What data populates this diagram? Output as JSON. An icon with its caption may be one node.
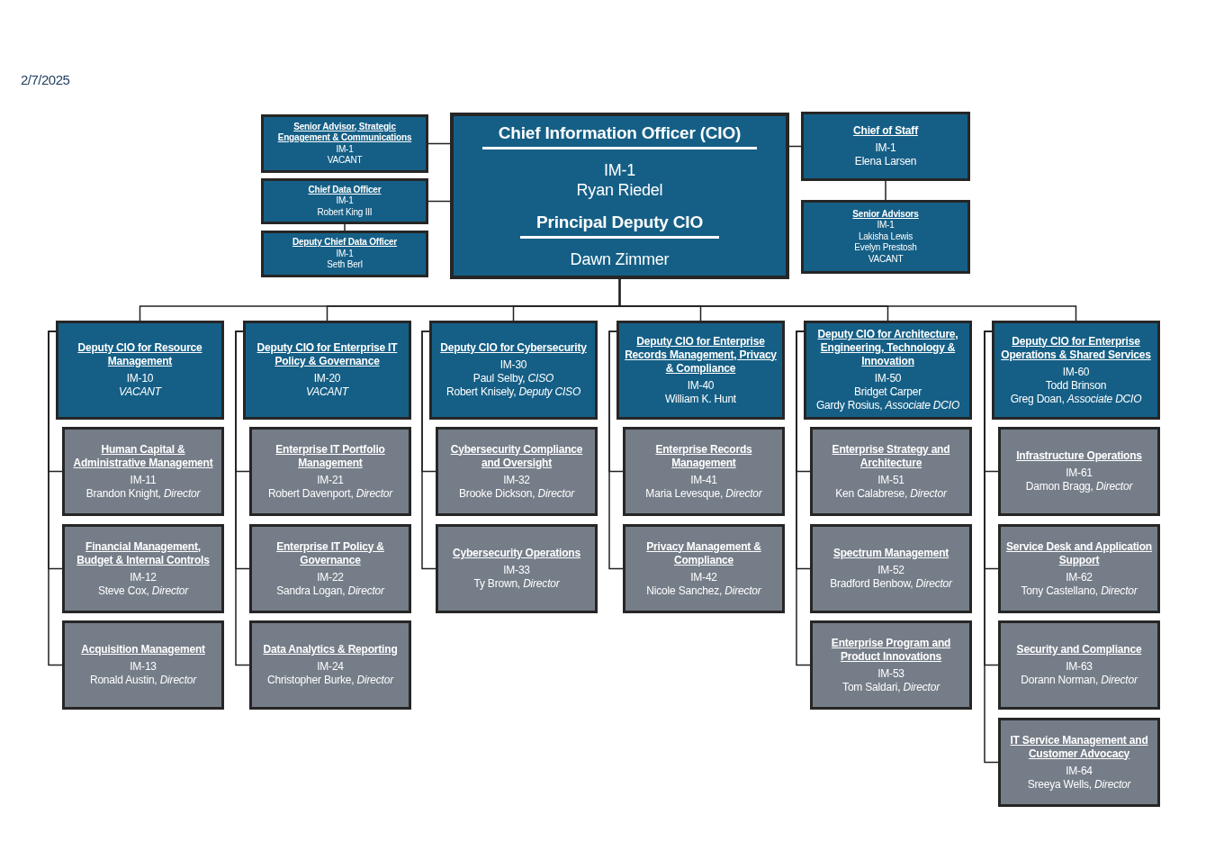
{
  "diagram": {
    "nodes": [
      {
        "text": [
          "Senior Advisor, Strategic Engagement & Communications",
          "IM-1",
          "VACANT"
        ]
      },
      {
        "text": [
          "Chief Information Officer (CIO)",
          "IM-1",
          "Ryan Riedel",
          "Principal Deputy CIO",
          "Dawn Zimmer"
        ]
      },
      {
        "text": [
          "Chief of Staff",
          "IM-1",
          "Elena Larsen"
        ]
      },
      {
        "text": [
          "Chief Data Officer",
          "IM-1",
          "Robert King III"
        ]
      },
      {
        "text": [
          "Senior Advisors",
          "IM-1",
          "Lakisha Lewis",
          "Evelyn Prestosh",
          "VACANT"
        ]
      },
      {
        "text": [
          "Deputy Chief Data Officer",
          "IM-1",
          "Seth Berl"
        ]
      },
      {
        "text": [
          "Deputy CIO for Resource Management",
          "IM-10",
          "*VACANT*"
        ]
      },
      {
        "text": [
          "Human Capital & Administrative Management",
          "IM-11",
          "Brandon Knight, *Director*"
        ]
      },
      {
        "text": [
          "Financial Management, Budget & Internal Controls",
          "IM-12",
          "Steve Cox, *Director*"
        ]
      },
      {
        "text": [
          "Acquisition Management",
          "IM-13",
          "Ronald Austin, *Director*"
        ]
      },
      {
        "text": [
          "Deputy CIO for Enterprise IT Policy & Governance",
          "IM-20",
          "*VACANT*"
        ]
      },
      {
        "text": [
          "Enterprise IT Portfolio Management",
          "IM-21",
          "Robert Davenport, *Director*"
        ]
      },
      {
        "text": [
          "Enterprise IT Policy & Governance",
          "IM-22",
          "Sandra Logan, *Director*"
        ]
      },
      {
        "text": [
          "Data Analytics & Reporting",
          "IM-24",
          "Christopher Burke, *Director*"
        ]
      },
      {
        "text": [
          "Deputy CIO for Cybersecurity",
          "IM-30",
          "Paul Selby, *CISO*",
          "Robert Knisely, *Deputy CISO*"
        ]
      },
      {
        "text": [
          "Cybersecurity Compliance and Oversight",
          "IM-32",
          "Brooke Dickson, *Director*"
        ]
      },
      {
        "text": [
          "Cybersecurity Operations",
          "IM-33",
          "Ty Brown, *Director*"
        ]
      },
      {
        "text": [
          "Deputy CIO for Enterprise Records Management, Privacy & Compliance",
          "IM-40",
          "William K. Hunt"
        ]
      },
      {
        "text": [
          "Enterprise Records Management",
          "IM-41",
          "Maria Levesque, *Director*"
        ]
      },
      {
        "text": [
          "Privacy Management & Compliance",
          "IM-42",
          "Nicole Sanchez, *Director*"
        ]
      },
      {
        "text": [
          "Deputy CIO for Architecture, Engineering, Technology & Innovation",
          "IM-50",
          "Bridget Carper",
          "Gardy Rosius, *Associate DCIO*"
        ]
      },
      {
        "text": [
          "Enterprise Strategy and Architecture",
          "IM-51",
          "Ken Calabrese, *Director*"
        ]
      },
      {
        "text": [
          "Spectrum Management",
          "IM-52",
          "Bradford Benbow, *Director*"
        ]
      },
      {
        "text": [
          "Enterprise Program and Product Innovations",
          "IM-53",
          "Tom Saldari, *Director*"
        ]
      },
      {
        "text": [
          "Deputy CIO for Enterprise Operations & Shared Services",
          "IM-60",
          "Todd Brinson",
          "Greg Doan, *Associate DCIO*"
        ]
      },
      {
        "text": [
          "Infrastructure Operations",
          "IM-61",
          "Damon Bragg, *Director*"
        ]
      },
      {
        "text": [
          "Service Desk and Application Support",
          "IM-62",
          "Tony Castellano, *Director*"
        ]
      },
      {
        "text": [
          "Security and Compliance",
          "IM-63",
          "Dorann Norman, *Director*"
        ]
      },
      {
        "text": [
          "IT Service Management and Customer Advocacy",
          "IM-64",
          "Sreeya Wells, *Director*"
        ]
      }
    ],
    "edges": [
      {
        "from": 1,
        "to": 0,
        "arrow": "none"
      },
      {
        "from": 1,
        "to": 3,
        "arrow": "none"
      },
      {
        "from": 3,
        "to": 5,
        "arrow": "none"
      },
      {
        "from": 1,
        "to": 2,
        "arrow": "none"
      },
      {
        "from": 2,
        "to": 4,
        "arrow": "none"
      },
      {
        "from": 1,
        "to": 6,
        "arrow": "none"
      },
      {
        "from": 1,
        "to": 10,
        "arrow": "none"
      },
      {
        "from": 1,
        "to": 14,
        "arrow": "none"
      },
      {
        "from": 1,
        "to": 17,
        "arrow": "none"
      },
      {
        "from": 1,
        "to": 20,
        "arrow": "none"
      },
      {
        "from": 1,
        "to": 24,
        "arrow": "none"
      },
      {
        "from": 6,
        "to": 7,
        "arrow": "none"
      },
      {
        "from": 6,
        "to": 8,
        "arrow": "none"
      },
      {
        "from": 6,
        "to": 9,
        "arrow": "none"
      },
      {
        "from": 10,
        "to": 11,
        "arrow": "none"
      },
      {
        "from": 10,
        "to": 12,
        "arrow": "none"
      },
      {
        "from": 10,
        "to": 13,
        "arrow": "none"
      },
      {
        "from": 14,
        "to": 15,
        "arrow": "none"
      },
      {
        "from": 14,
        "to": 16,
        "arrow": "none"
      },
      {
        "from": 17,
        "to": 18,
        "arrow": "none"
      },
      {
        "from": 17,
        "to": 19,
        "arrow": "none"
      },
      {
        "from": 20,
        "to": 21,
        "arrow": "none"
      },
      {
        "from": 20,
        "to": 22,
        "arrow": "none"
      },
      {
        "from": 20,
        "to": 23,
        "arrow": "none"
      },
      {
        "from": 24,
        "to": 25,
        "arrow": "none"
      },
      {
        "from": 24,
        "to": 26,
        "arrow": "none"
      },
      {
        "from": 24,
        "to": 27,
        "arrow": "none"
      },
      {
        "from": 24,
        "to": 28,
        "arrow": "none"
      }
    ],
    "labels": [
      "2/7/2025"
    ]
  }
}
